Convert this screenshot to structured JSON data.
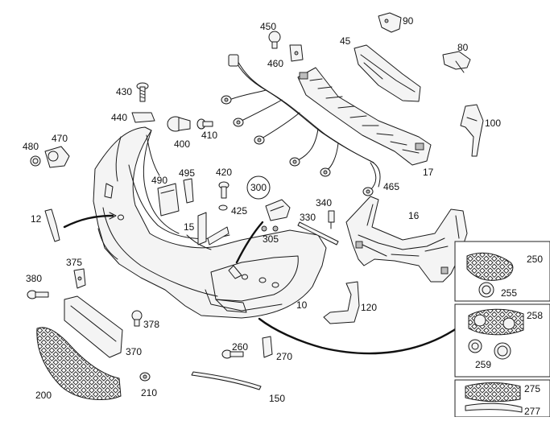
{
  "callouts": {
    "c12": "12",
    "c15": "15",
    "c16": "16",
    "c17": "17",
    "c45": "45",
    "c80": "80",
    "c90": "90",
    "c100": "100",
    "c10": "10",
    "c120": "120",
    "c150": "150",
    "c200": "200",
    "c210": "210",
    "c250": "250",
    "c255": "255",
    "c258": "258",
    "c259": "259",
    "c260": "260",
    "c270": "270",
    "c275": "275",
    "c277": "277",
    "c300": "300",
    "c305": "305",
    "c330": "330",
    "c340": "340",
    "c370": "370",
    "c375": "375",
    "c378": "378",
    "c380": "380",
    "c400": "400",
    "c410": "410",
    "c420": "420",
    "c425": "425",
    "c430": "430",
    "c440": "440",
    "c450": "450",
    "c460": "460",
    "c465": "465",
    "c470": "470",
    "c480": "480",
    "c490": "490",
    "c495": "495"
  },
  "colors": {
    "line": "#1a1a1a",
    "background": "#ffffff",
    "part_fill": "#f4f4f4"
  },
  "icons": {
    "mesh": "grille-mesh",
    "bolt": "bolt",
    "sensor": "parking-sensor"
  }
}
